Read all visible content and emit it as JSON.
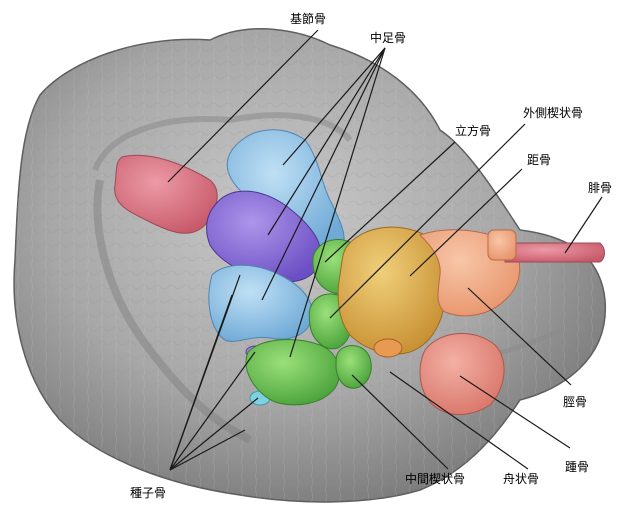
{
  "labels": {
    "proximal_phalanx": "基節骨",
    "metatarsal": "中足骨",
    "cuboid": "立方骨",
    "lateral_cuneiform": "外側楔状骨",
    "talus": "距骨",
    "fibula": "腓骨",
    "tibia": "脛骨",
    "calcaneus": "踵骨",
    "navicular": "舟状骨",
    "intermediate_cuneiform": "中間楔状骨",
    "sesamoid": "種子骨"
  },
  "colors": {
    "rock": "#a9a9a9",
    "rock_dark": "#6f6f6f",
    "phalanx": "#d9707f",
    "metatarsal_blue": "#8ec3e6",
    "metatarsal_purple": "#8e6ed8",
    "cuneiform_green": "#6cc24a",
    "talus": "#e2b24e",
    "tibia": "#f2ad8a",
    "calcaneus": "#e58f7f",
    "fibula": "#e07b84"
  }
}
